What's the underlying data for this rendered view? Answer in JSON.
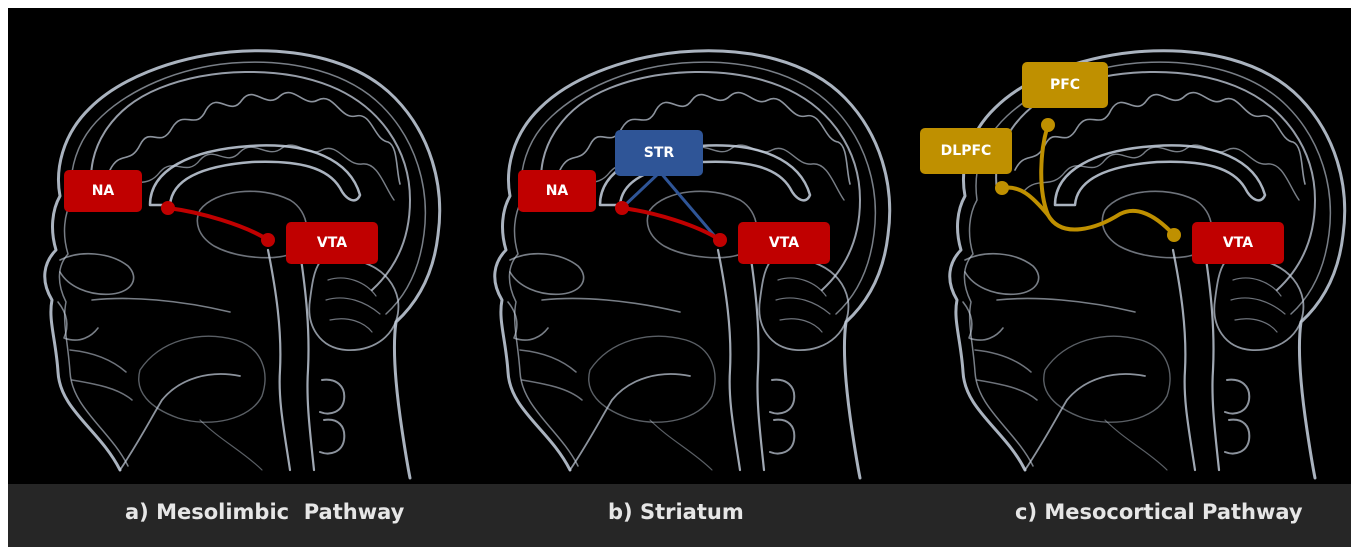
{
  "panels": [
    {
      "caption": "a) Mesolimbic  Pathway",
      "regions": [
        {
          "id": "na",
          "label": "NA"
        },
        {
          "id": "vta",
          "label": "VTA"
        }
      ]
    },
    {
      "caption": "b) Striatum",
      "regions": [
        {
          "id": "str",
          "label": "STR"
        },
        {
          "id": "na",
          "label": "NA"
        },
        {
          "id": "vta",
          "label": "VTA"
        }
      ]
    },
    {
      "caption": "c) Mesocortical Pathway",
      "regions": [
        {
          "id": "pfc",
          "label": "PFC"
        },
        {
          "id": "dlpfc",
          "label": "DLPFC"
        },
        {
          "id": "vta",
          "label": "VTA"
        }
      ]
    }
  ],
  "colors": {
    "mesolimbic": "#c00000",
    "striatum": "#2f5597",
    "mesocortical": "#bf9000",
    "background": "#000000",
    "caption_bar": "#262626",
    "caption_text": "#e6e6e6",
    "brain_outline": "#c8d2e0"
  }
}
